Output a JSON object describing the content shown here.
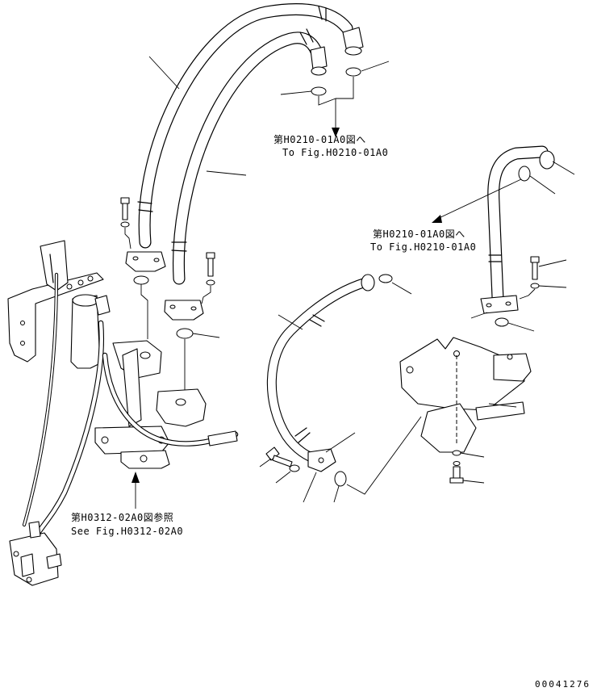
{
  "references": {
    "upper": {
      "jp": "第H0210-01A0図へ",
      "en": "To Fig.H0210-01A0"
    },
    "right": {
      "jp": "第H0210-01A0図へ",
      "en": "To Fig.H0210-01A0"
    },
    "lower": {
      "jp": "第H0312-02A0図参照",
      "en": "See Fig.H0312-02A0"
    }
  },
  "catalog_number": "00041276"
}
